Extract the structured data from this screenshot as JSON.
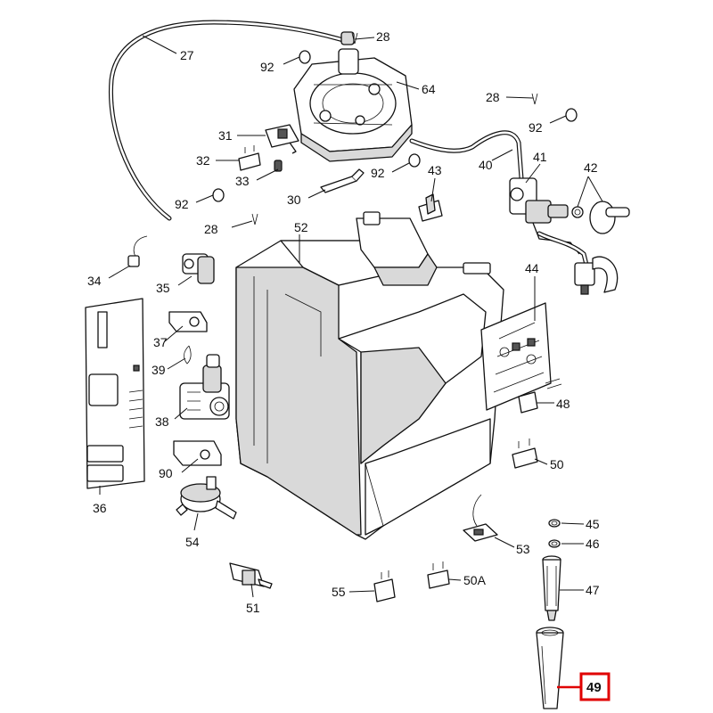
{
  "labels": {
    "p27": "27",
    "p28a": "28",
    "p92a": "92",
    "p64": "64",
    "p28b": "28",
    "p92b": "92",
    "p31": "31",
    "p32": "32",
    "p33": "33",
    "p92c": "92",
    "p43": "43",
    "p40": "40",
    "p41": "41",
    "p42": "42",
    "p30": "30",
    "p92d": "92",
    "p28c": "28",
    "p52": "52",
    "p34": "34",
    "p35": "35",
    "p44": "44",
    "p37": "37",
    "p39": "39",
    "p48": "48",
    "p38": "38",
    "p50": "50",
    "p90": "90",
    "p36": "36",
    "p54": "54",
    "p45": "45",
    "p46": "46",
    "p53": "53",
    "p55": "55",
    "p50a": "50A",
    "p47": "47",
    "p51": "51",
    "p49": "49"
  },
  "highlight": {
    "part": "49",
    "color": "#e00000"
  }
}
